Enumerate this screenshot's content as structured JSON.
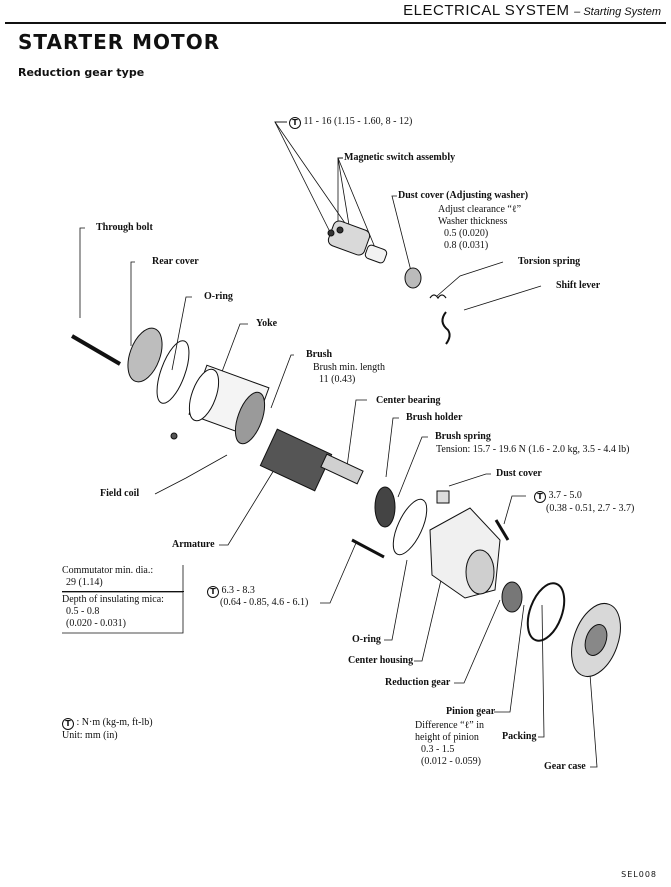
{
  "header": {
    "section": "ELECTRICAL SYSTEM",
    "subsection": "– Starting System"
  },
  "title": "STARTER MOTOR",
  "subtitle": "Reduction gear type",
  "torque_symbol": "T",
  "labels": {
    "mag_torque": "11 - 16 (1.15 - 1.60, 8 - 12)",
    "magnetic_switch": "Magnetic switch assembly",
    "dust_cover_washer": "Dust cover (Adjusting washer)",
    "adjust_clearance": "Adjust clearance “ℓ”",
    "washer_thickness": "Washer thickness",
    "washer_1": "0.5 (0.020)",
    "washer_2": "0.8 (0.031)",
    "torsion_spring": "Torsion spring",
    "shift_lever": "Shift lever",
    "through_bolt": "Through bolt",
    "rear_cover": "Rear cover",
    "o_ring_rear": "O-ring",
    "yoke": "Yoke",
    "brush": "Brush",
    "brush_min_length": "Brush min. length",
    "brush_min_value": "11 (0.43)",
    "center_bearing": "Center bearing",
    "brush_holder": "Brush holder",
    "brush_spring": "Brush spring",
    "brush_spring_tension": "Tension: 15.7 - 19.6 N (1.6 - 2.0 kg, 3.5 - 4.4 lb)",
    "dust_cover": "Dust cover",
    "housing_torque_1": "3.7 - 5.0",
    "housing_torque_2": "(0.38 - 0.51, 2.7 - 3.7)",
    "field_coil": "Field coil",
    "armature": "Armature",
    "bolt_torque_1": "6.3 - 8.3",
    "bolt_torque_2": "(0.64 - 0.85, 4.6 - 6.1)",
    "o_ring_center": "O-ring",
    "center_housing": "Center housing",
    "reduction_gear": "Reduction gear",
    "pinion_gear": "Pinion gear",
    "pinion_diff_1": "Difference “ℓ” in",
    "pinion_diff_2": "height of pinion",
    "pinion_diff_3": "0.3 - 1.5",
    "pinion_diff_4": "(0.012 - 0.059)",
    "packing": "Packing",
    "gear_case": "Gear case"
  },
  "commutator": {
    "line1": "Commutator min. dia.:",
    "line2": "29 (1.14)",
    "line3": "Depth of insulating mica:",
    "line4": "0.5 - 0.8",
    "line5": "(0.020 - 0.031)"
  },
  "legend": {
    "torque_units": ": N·m (kg-m, ft-lb)",
    "unit": "Unit:  mm (in)"
  },
  "figure_code": "SEL008"
}
